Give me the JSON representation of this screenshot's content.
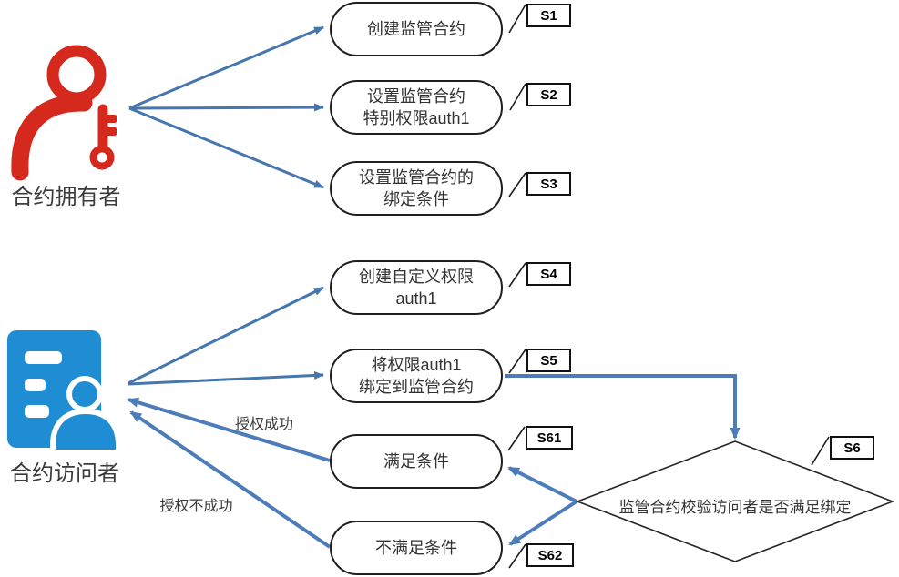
{
  "colors": {
    "arrow_thin_blue": "#4576ad",
    "arrow_thick_blue": "#4d7cba",
    "owner_red": "#d5291d",
    "visitor_blue": "#1f8dd3",
    "shape_border": "#1f1f1f"
  },
  "actors": [
    {
      "label": "合约拥有者",
      "icon": "person-with-key-icon"
    },
    {
      "label": "合约访问者",
      "icon": "document-person-icon"
    }
  ],
  "use_cases": [
    {
      "tag": "S1",
      "label": "创建监管合约"
    },
    {
      "tag": "S2",
      "label": "设置监管合约\n特别权限auth1"
    },
    {
      "tag": "S3",
      "label": "设置监管合约的\n绑定条件"
    },
    {
      "tag": "S4",
      "label": "创建自定义权限\nauth1"
    },
    {
      "tag": "S5",
      "label": "将权限auth1\n绑定到监管合约"
    },
    {
      "tag": "S61",
      "label": "满足条件"
    },
    {
      "tag": "S62",
      "label": "不满足条件"
    }
  ],
  "decision": {
    "tag": "S6",
    "label": "监管合约校验访问者是否满足绑定"
  },
  "edge_labels": [
    {
      "text": "授权成功"
    },
    {
      "text": "授权不成功"
    }
  ]
}
